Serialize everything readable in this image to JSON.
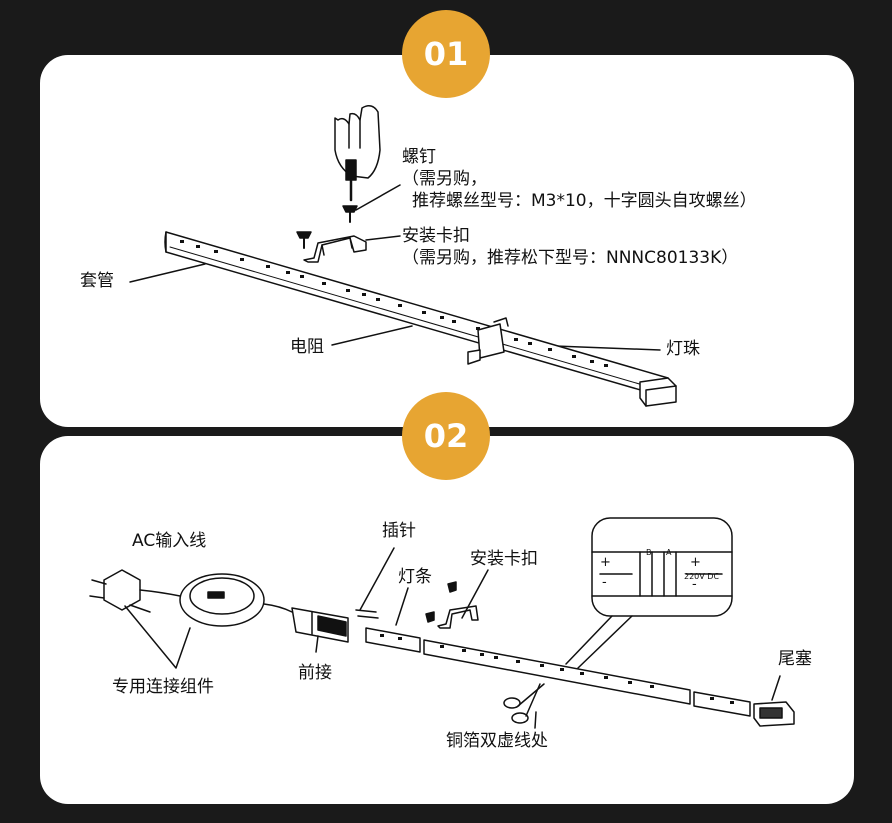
{
  "steps": [
    {
      "number": "01"
    },
    {
      "number": "02"
    }
  ],
  "step1": {
    "screw_title": "螺钉",
    "screw_note_1": "（需另购，",
    "screw_note_2": "推荐螺丝型号：M3*10，十字圆头自攻螺丝）",
    "clip_title": "安装卡扣",
    "clip_note": "（需另购，推荐松下型号：NNNC80133K）",
    "sleeve": "套管",
    "resistor": "电阻",
    "led_bead": "灯珠"
  },
  "step2": {
    "ac_input": "AC输入线",
    "pin": "插针",
    "strip": "灯条",
    "clip": "安装卡扣",
    "tail_plug": "尾塞",
    "dedicated_kit": "专用连接组件",
    "front_connector": "前接",
    "cut_point": "铜箔双虚线处",
    "inset": {
      "mark_a": "A",
      "mark_b": "B",
      "plus": "+",
      "minus": "-",
      "voltage": "220V DC"
    }
  },
  "colors": {
    "background": "#1a1a1a",
    "panel": "#ffffff",
    "badge": "#e7a532",
    "badge_text": "#ffffff",
    "line": "#111111"
  }
}
